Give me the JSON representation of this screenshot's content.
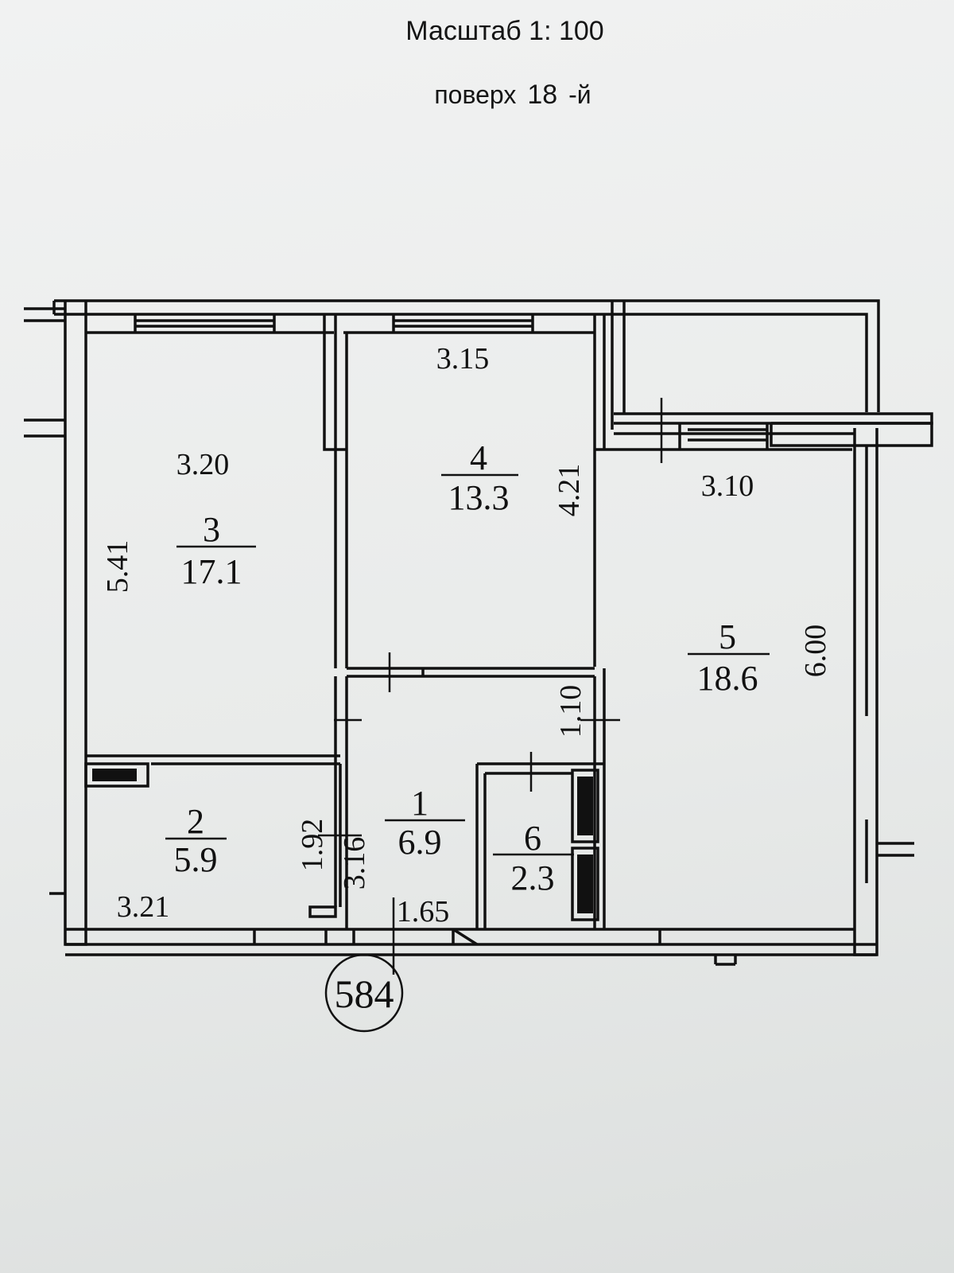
{
  "header": {
    "scale_label": "Масштаб 1: 100",
    "floor_label": "поверх",
    "floor_number": "18",
    "floor_suffix": "-й"
  },
  "rooms": [
    {
      "number": "1",
      "area": "6.9"
    },
    {
      "number": "2",
      "area": "5.9"
    },
    {
      "number": "3",
      "area": "17.1"
    },
    {
      "number": "4",
      "area": "13.3"
    },
    {
      "number": "5",
      "area": "18.6"
    },
    {
      "number": "6",
      "area": "2.3"
    }
  ],
  "dimensions": {
    "room3_width": "3.20",
    "room3_length": "5.41",
    "room4_width": "3.15",
    "room4_length": "4.21",
    "room5_width": "3.10",
    "room5_length": "6.00",
    "corridor_width": "1.10",
    "room2_width": "3.21",
    "room2_length": "1.92",
    "hall_length": "3.16",
    "hall_width": "1.65"
  },
  "building_number": "584",
  "colors": {
    "ink": "#111111",
    "paper": "#eceeee"
  }
}
